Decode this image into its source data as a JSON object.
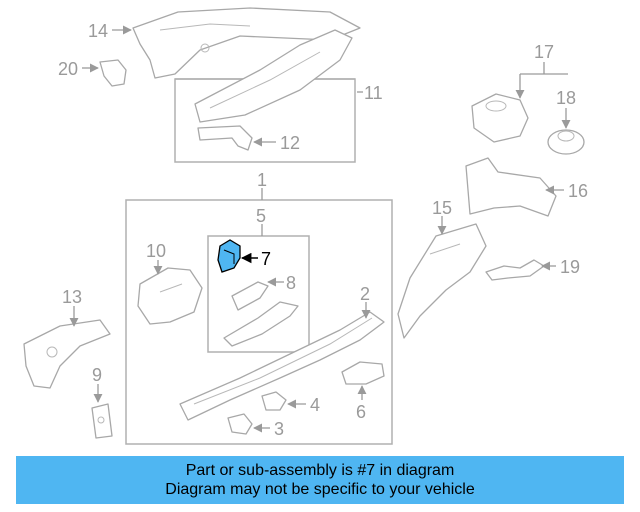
{
  "diagram": {
    "highlight_color": "#4fb6f2",
    "callouts": {
      "c1": "1",
      "c2": "2",
      "c3": "3",
      "c4": "4",
      "c5": "5",
      "c6": "6",
      "c7": "7",
      "c8": "8",
      "c9": "9",
      "c10": "10",
      "c11": "11",
      "c12": "12",
      "c13": "13",
      "c14": "14",
      "c15": "15",
      "c16": "16",
      "c17": "17",
      "c18": "18",
      "c19": "19",
      "c20": "20"
    }
  },
  "banner": {
    "line1": "Part or sub-assembly is #7 in diagram",
    "line2": "Diagram may not be specific to your vehicle"
  }
}
